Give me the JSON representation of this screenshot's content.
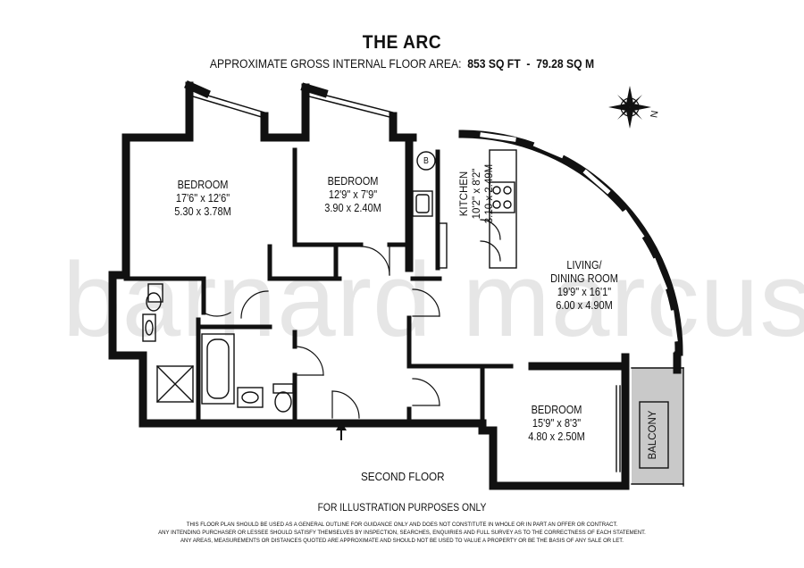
{
  "header": {
    "title": "THE ARC",
    "area_prefix": "APPROXIMATE GROSS INTERNAL FLOOR AREA:",
    "area_sqft": "853 SQ FT",
    "area_sep": "-",
    "area_sqm": "79.28 SQ M"
  },
  "watermark": "barnard marcus",
  "rooms": {
    "bedroom_1": {
      "name": "BEDROOM",
      "imperial": "17'6\" x 12'6\"",
      "metric": "5.30 x 3.78M"
    },
    "bedroom_2": {
      "name": "BEDROOM",
      "imperial": "12'9\" x 7'9\"",
      "metric": "3.90 x 2.40M"
    },
    "kitchen": {
      "name": "KITCHEN",
      "imperial": "10'2\" x 8'2\"",
      "metric": "3.10 x 2.49M"
    },
    "living": {
      "name_1": "LIVING/",
      "name_2": "DINING ROOM",
      "imperial": "19'9\" x 16'1\"",
      "metric": "6.00 x 4.90M"
    },
    "bedroom_3": {
      "name": "BEDROOM",
      "imperial": "15'9\" x 8'3\"",
      "metric": "4.80 x 2.50M"
    },
    "balcony": {
      "name": "BALCONY"
    }
  },
  "boiler_mark": "B",
  "compass": {
    "north": "N"
  },
  "floor_label": "SECOND FLOOR",
  "illustration_note": "FOR ILLUSTRATION PURPOSES ONLY",
  "disclaimer": [
    "THIS FLOOR PLAN SHOULD BE USED AS A GENERAL OUTLINE FOR GUIDANCE ONLY AND DOES NOT CONSTITUTE IN WHOLE OR IN PART AN OFFER OR CONTRACT.",
    "ANY INTENDING PURCHASER OR LESSEE SHOULD SATISFY THEMSELVES BY INSPECTION, SEARCHES, ENQUIRIES AND FULL SURVEY AS TO THE CORRECTNESS OF EACH STATEMENT.",
    "ANY AREAS, MEASUREMENTS OR DISTANCES QUOTED ARE APPROXIMATE AND SHOULD NOT BE USED TO VALUE A PROPERTY OR BE THE BASIS OF ANY SALE OR LET."
  ]
}
